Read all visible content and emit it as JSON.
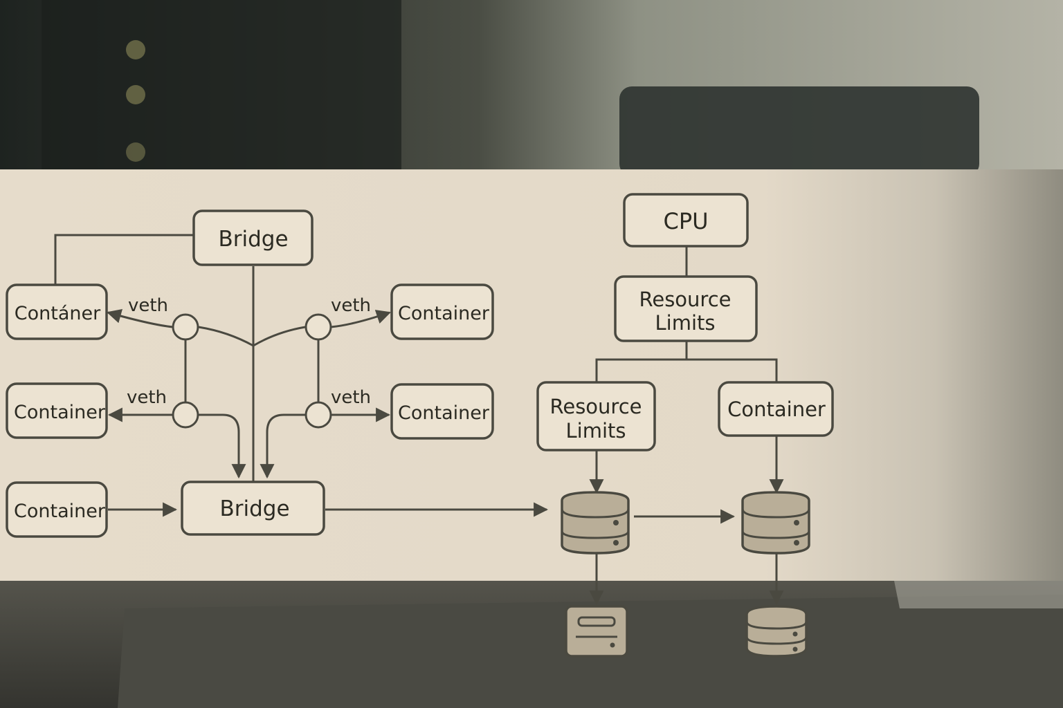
{
  "diagram": {
    "left": {
      "bridge_top": "Bridge",
      "bridge_bottom": "Bridge",
      "containers": [
        "Contáner",
        "Container",
        "Container",
        "Container",
        "Container"
      ],
      "veth_labels": [
        "veth",
        "veth",
        "veth",
        "veth"
      ]
    },
    "right": {
      "cpu": "CPU",
      "resource_limits_top": "Resource\nLimits",
      "resource_limits_left": "Resource\nLimits",
      "container": "Container"
    }
  },
  "colors": {
    "panel": "#e6dccb",
    "box_fill": "#ece3d2",
    "stroke": "#4a4940",
    "storage_fill": "#b9ae98"
  },
  "icons": [
    "database-icon",
    "database-icon",
    "server-icon",
    "database-icon"
  ]
}
